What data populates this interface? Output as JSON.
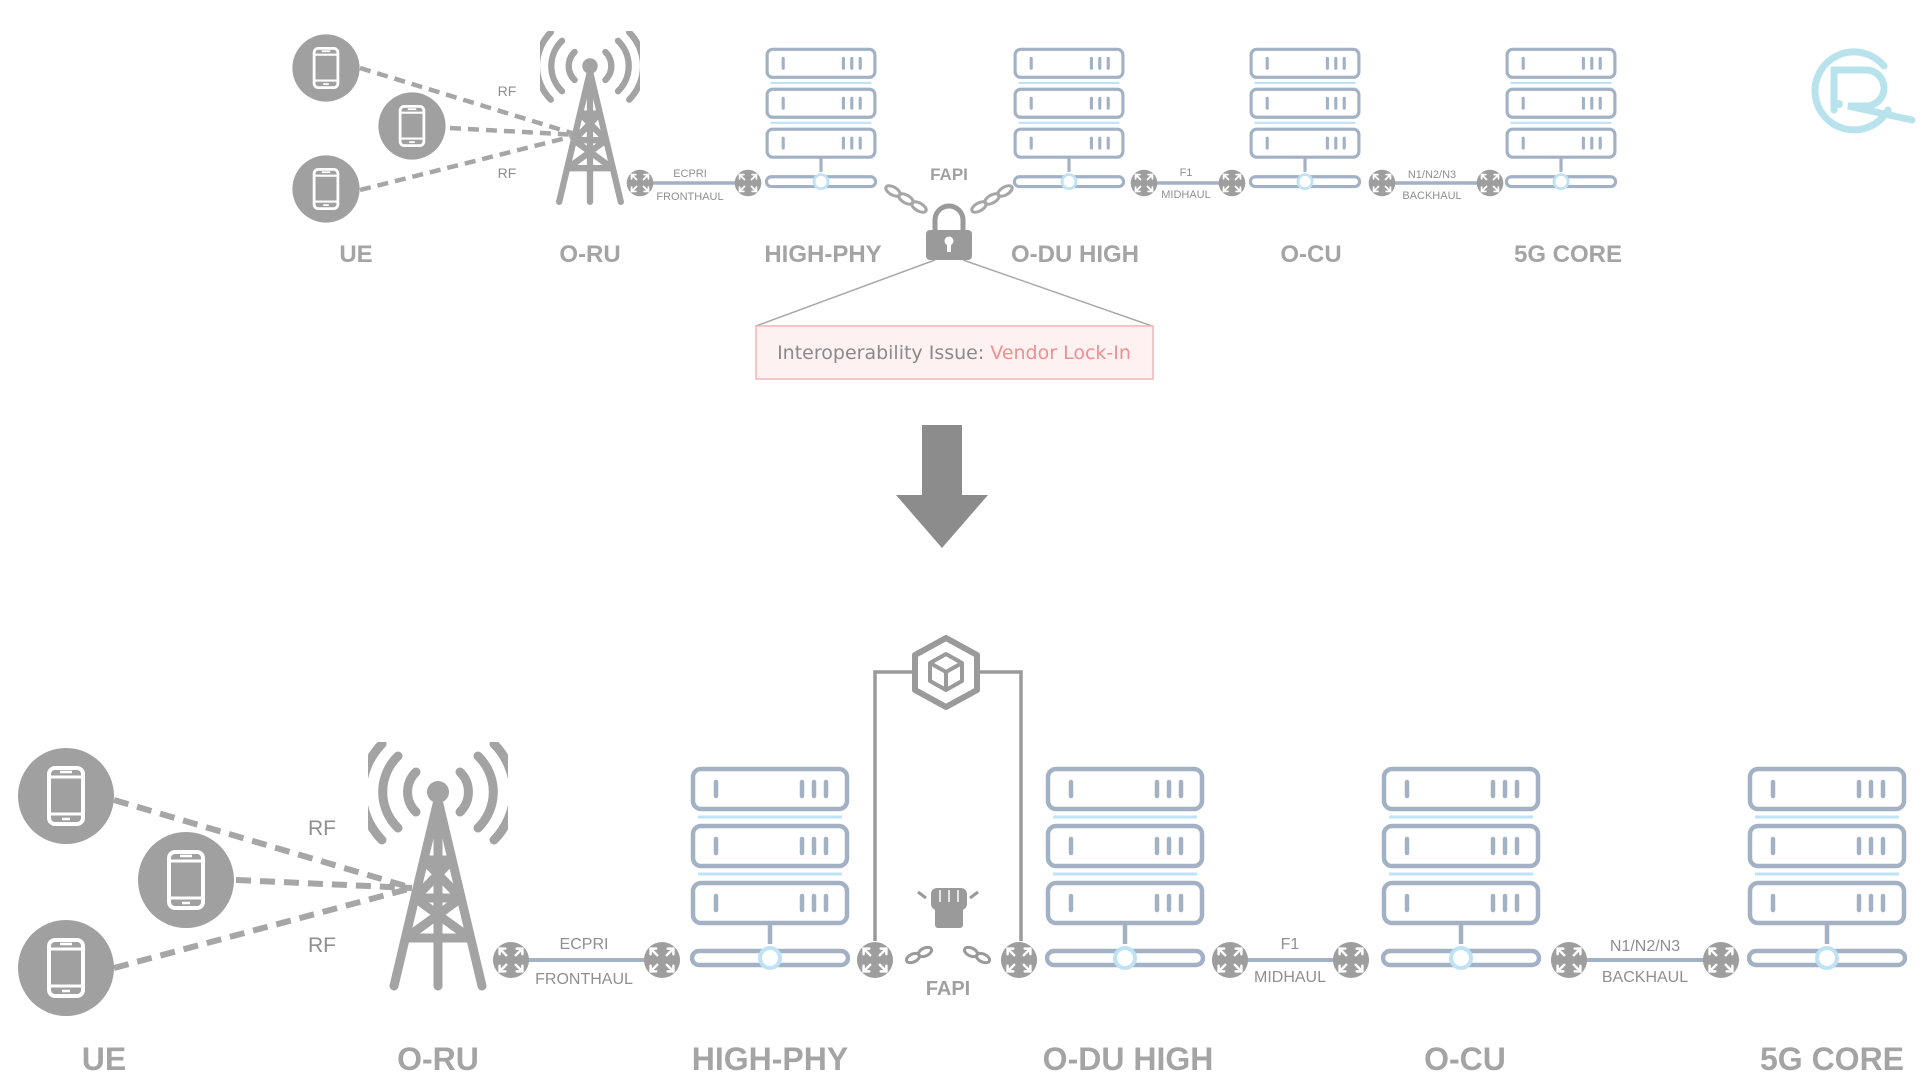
{
  "diagrams": {
    "top": {
      "nodes": [
        "UE",
        "O-RU",
        "HIGH-PHY",
        "O-DU HIGH",
        "O-CU",
        "5G CORE"
      ],
      "rf_labels": [
        "RF",
        "RF"
      ],
      "links": [
        {
          "top": "ECPRI",
          "bottom": "FRONTHAUL"
        },
        {
          "top": "F1",
          "bottom": "MIDHAUL"
        },
        {
          "top": "N1/N2/N3",
          "bottom": "BACKHAUL"
        }
      ],
      "fapi_label": "FAPI",
      "issue": {
        "prefix": "Interoperability Issue: ",
        "highlight": "Vendor Lock-In"
      }
    },
    "bottom": {
      "nodes": [
        "UE",
        "O-RU",
        "HIGH-PHY",
        "O-DU HIGH",
        "O-CU",
        "5G CORE"
      ],
      "rf_labels": [
        "RF",
        "RF"
      ],
      "links": [
        {
          "top": "ECPRI",
          "bottom": "FRONTHAUL"
        },
        {
          "top": "F1",
          "bottom": "MIDHAUL"
        },
        {
          "top": "N1/N2/N3",
          "bottom": "BACKHAUL"
        }
      ],
      "fapi_label": "FAPI"
    }
  },
  "icons": {
    "phone": "mobile-phone-icon",
    "tower": "cell-tower-icon",
    "server": "server-rack-icon",
    "router": "router-icon",
    "lock": "padlock-icon",
    "cube": "open-source-cube-icon",
    "fist": "raised-fist-broken-chain-icon",
    "arrow": "down-arrow-icon",
    "logo": "logo-icon"
  },
  "colors": {
    "icon_gray": "#a0a0a0",
    "server_stroke": "#a3b1c5",
    "server_accent": "#bfe3f4",
    "warning_text": "#ef8f8f",
    "warning_border": "#f2b5b5",
    "warning_fill": "#fdf1f1",
    "logo": "#b9e3ec"
  }
}
